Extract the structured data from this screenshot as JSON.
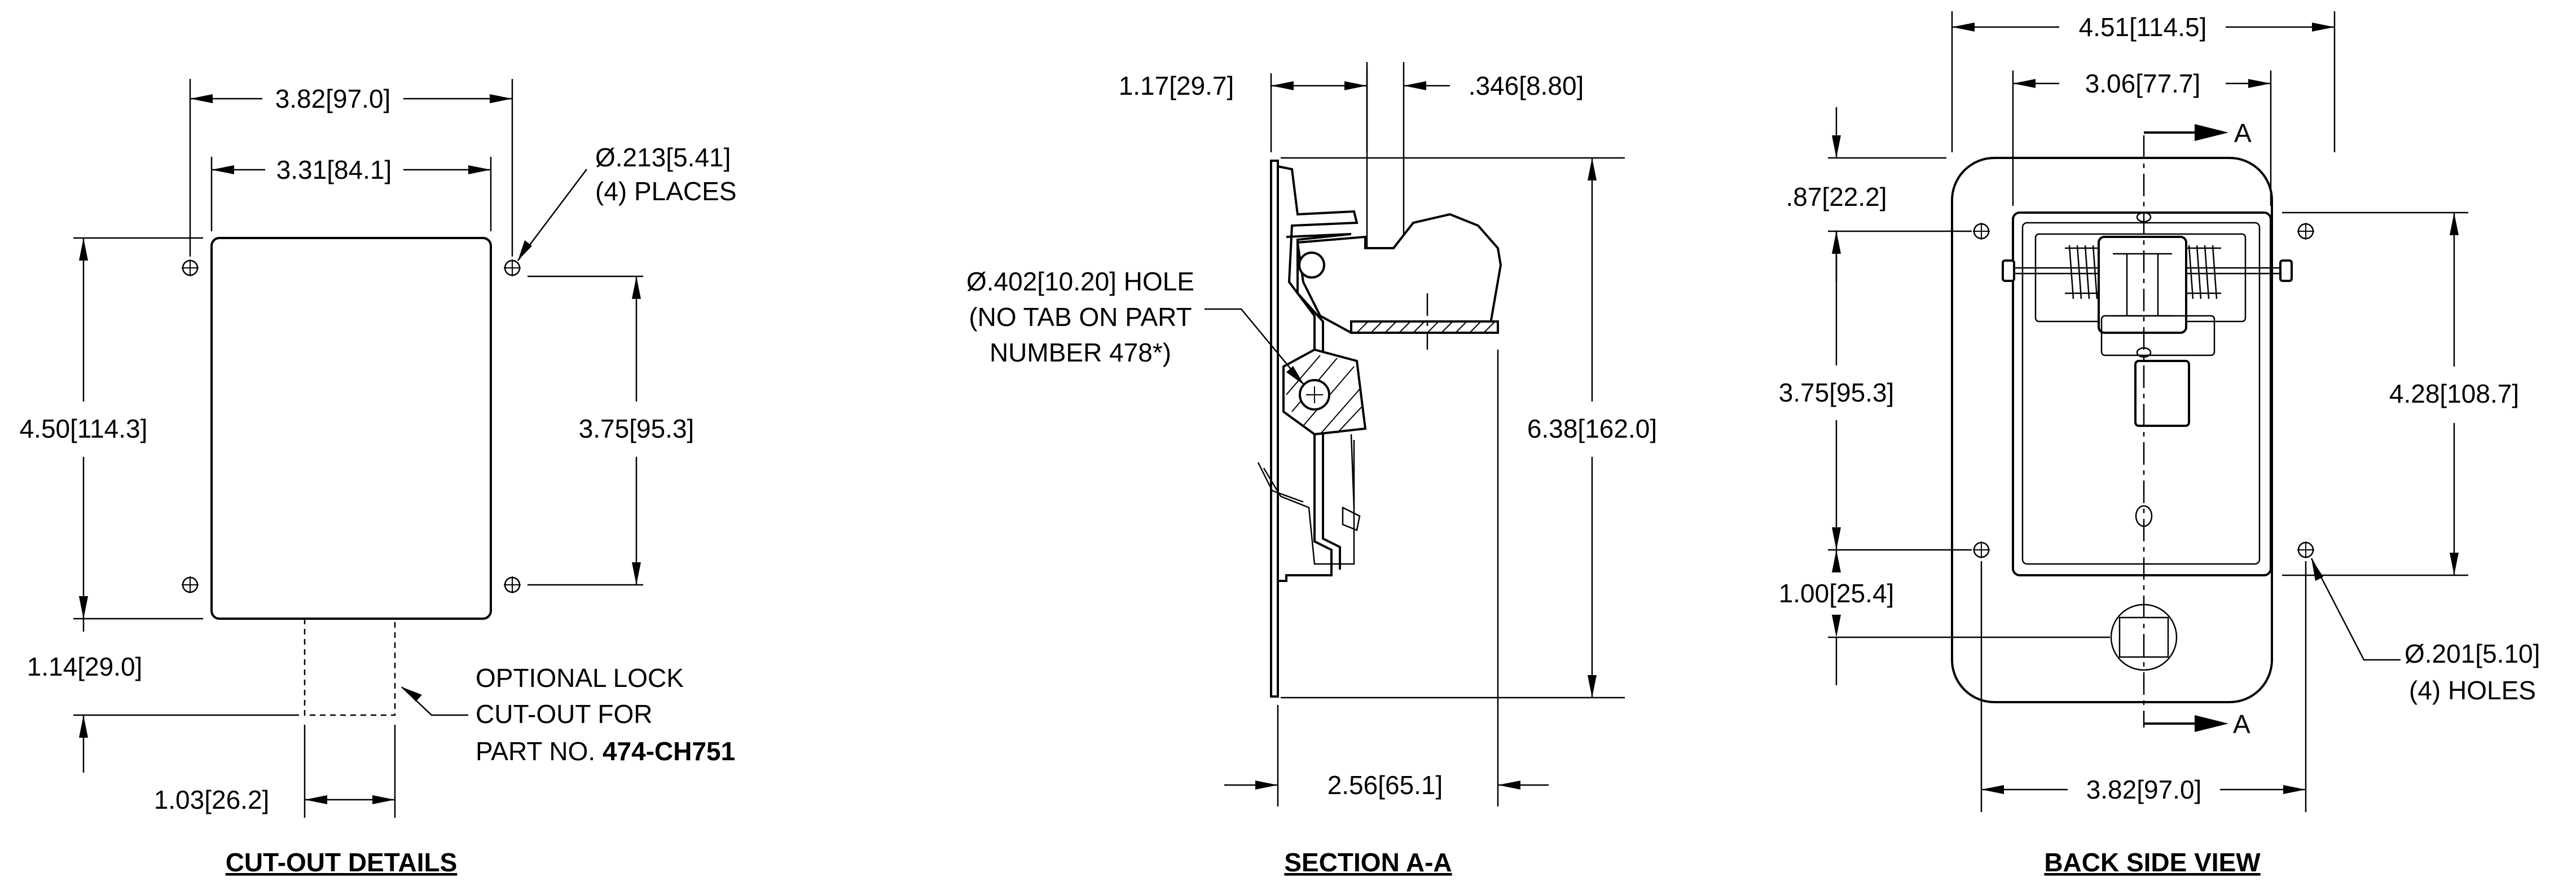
{
  "cutout": {
    "title": "CUT-OUT DETAILS",
    "dim_width_outer": "3.82[97.0]",
    "dim_width_inner": "3.31[84.1]",
    "dim_hole": "Ø.213[5.41]",
    "dim_hole_places": "(4) PLACES",
    "dim_height": "4.50[114.3]",
    "dim_hole_spacing": "3.75[95.3]",
    "dim_lock_height": "1.14[29.0]",
    "dim_lock_width": "1.03[26.2]",
    "note_line1": "OPTIONAL LOCK",
    "note_line2": "CUT-OUT FOR",
    "note_line3_prefix": "PART NO. ",
    "note_line3_part": "474-CH751"
  },
  "section": {
    "title": "SECTION A-A",
    "dim_top_left": "1.17[29.7]",
    "dim_top_right": ".346[8.80]",
    "dim_hole_line1": "Ø.402[10.20] HOLE",
    "dim_hole_line2": "(NO TAB ON PART",
    "dim_hole_line3": "NUMBER 478*)",
    "dim_height": "6.38[162.0]",
    "dim_depth": "2.56[65.1]"
  },
  "back": {
    "title": "BACK SIDE VIEW",
    "dim_width_overall": "4.51[114.5]",
    "dim_width_window": "3.06[77.7]",
    "dim_top_offset": ".87[22.2]",
    "dim_hole_spacing": "3.75[95.3]",
    "dim_window_height": "4.28[108.7]",
    "dim_bottom_offset": "1.00[25.4]",
    "dim_hole_width": "3.82[97.0]",
    "dim_hole": "Ø.201[5.10]",
    "dim_hole_count": "(4) HOLES",
    "section_label_top": "A",
    "section_label_bottom": "A"
  }
}
